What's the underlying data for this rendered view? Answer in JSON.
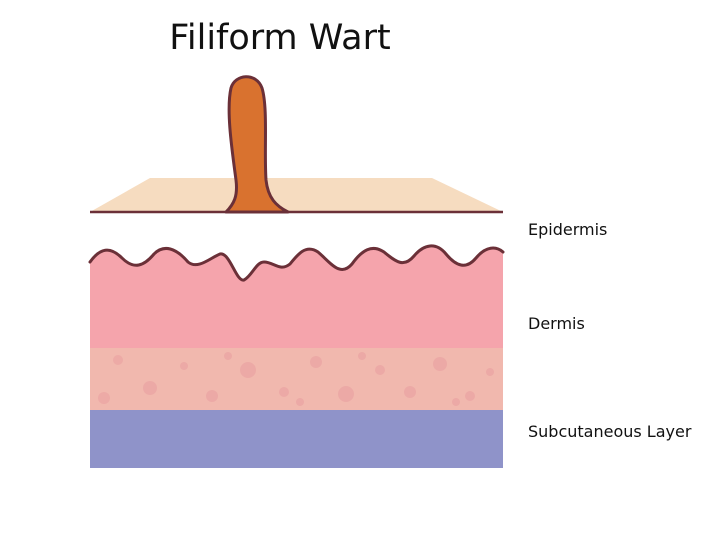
{
  "title": "Filiform Wart",
  "labels": {
    "epidermis": "Epidermis",
    "dermis": "Dermis",
    "subcutaneous": "Subcutaneous Layer"
  },
  "colors": {
    "epidermis_top": "#f6dcc0",
    "wart": "#d9722f",
    "outline": "#6b3038",
    "dermis": "#f5a4ac",
    "dermis_deep": "#f1b8ae",
    "subcutaneous": "#8f93c9"
  }
}
